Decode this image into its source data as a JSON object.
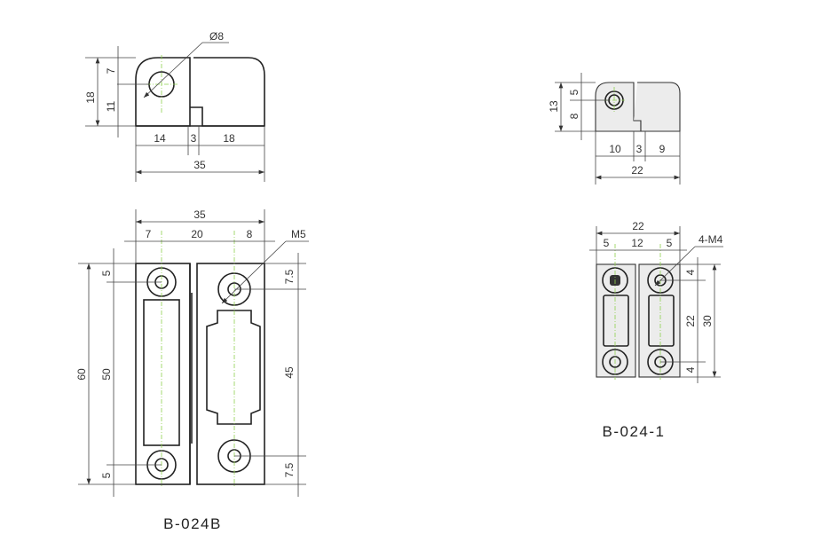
{
  "models": {
    "large": {
      "caption": "B-024B",
      "top_view": {
        "hole_dia": "Ø8",
        "h_total": "18",
        "h_upper": "7",
        "h_lower": "11",
        "w_left": "14",
        "w_gap": "3",
        "w_right": "18",
        "w_total": "35"
      },
      "front_view": {
        "w_total": "35",
        "w_a": "7",
        "w_b": "20",
        "w_c": "8",
        "thread": "M5",
        "h_total": "60",
        "h_holes": "50",
        "off_top_l": "5",
        "off_bot_l": "5",
        "off_top_r": "7.5",
        "h_holes_r": "45",
        "off_bot_r": "7.5"
      }
    },
    "small": {
      "caption": "B-024-1",
      "top_view": {
        "h_total": "13",
        "h_upper": "5",
        "h_lower": "8",
        "w_left": "10",
        "w_gap": "3",
        "w_right": "9",
        "w_total": "22"
      },
      "front_view": {
        "w_total": "22",
        "w_a": "5",
        "w_b": "12",
        "w_c": "5",
        "thread": "4-M4",
        "off_top": "4",
        "h_holes": "22",
        "off_bot": "4",
        "h_total": "30"
      }
    }
  },
  "colors": {
    "outline": "#222222",
    "centerline": "#8fd14f",
    "fill_small": "#ececec"
  }
}
